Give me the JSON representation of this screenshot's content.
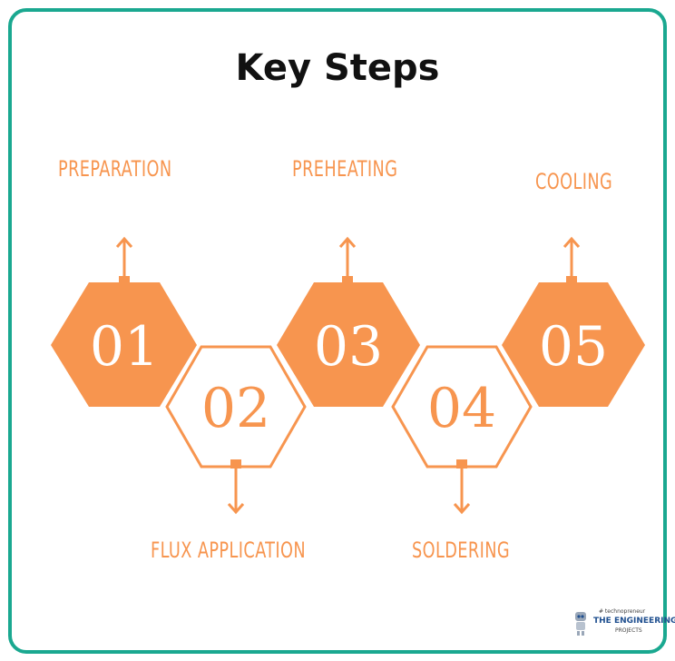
{
  "title": "Key Steps",
  "colors": {
    "accent": "#f7954f",
    "frame": "#1aa890",
    "title": "#111111"
  },
  "steps": [
    {
      "number": "01",
      "label": "PREPARATION",
      "filled": true,
      "label_position": "top"
    },
    {
      "number": "02",
      "label": "FLUX APPLICATION",
      "filled": false,
      "label_position": "bottom"
    },
    {
      "number": "03",
      "label": "PREHEATING",
      "filled": true,
      "label_position": "top"
    },
    {
      "number": "04",
      "label": "SOLDERING",
      "filled": false,
      "label_position": "bottom"
    },
    {
      "number": "05",
      "label": "COOLING",
      "filled": true,
      "label_position": "top"
    }
  ],
  "logo": {
    "tagline": "# technopreneur",
    "name": "THE ENGINEERING",
    "sub": "PROJECTS"
  }
}
